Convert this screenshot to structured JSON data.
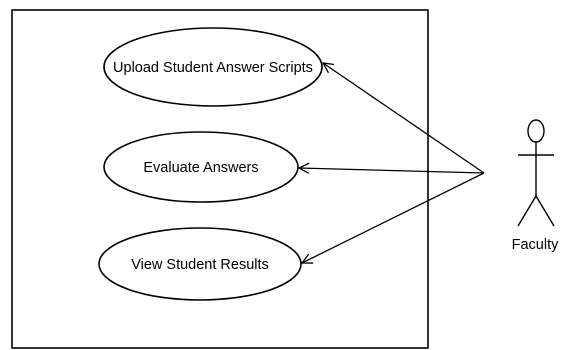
{
  "diagram": {
    "type": "use-case",
    "actor": {
      "name": "Faculty",
      "icon": "stick-figure-icon"
    },
    "use_cases": [
      {
        "label": "Upload Student Answer Scripts"
      },
      {
        "label": "Evaluate Answers"
      },
      {
        "label": "View Student Results"
      }
    ],
    "associations": [
      {
        "from": "Faculty",
        "to": "Upload Student Answer Scripts",
        "arrowhead": "open"
      },
      {
        "from": "Faculty",
        "to": "Evaluate Answers",
        "arrowhead": "open"
      },
      {
        "from": "Faculty",
        "to": "View Student Results",
        "arrowhead": "open"
      }
    ],
    "colors": {
      "stroke": "#000000",
      "background": "#ffffff"
    }
  }
}
